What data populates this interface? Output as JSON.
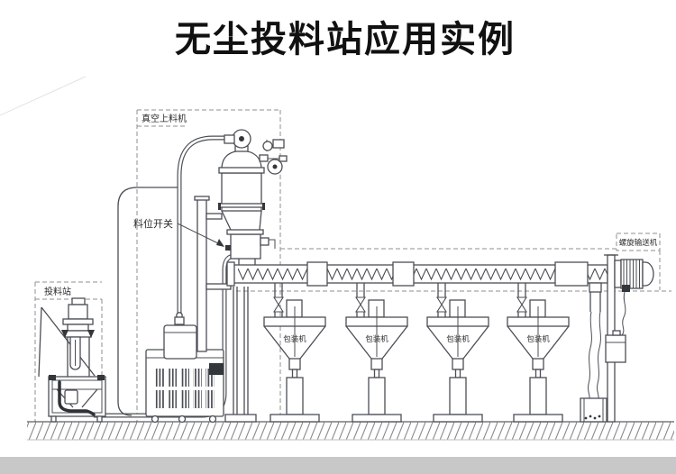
{
  "title": "无尘投料站应用实例",
  "annotations": {
    "vacuum_feeder": "真空上料机",
    "feeding_station": "投料站",
    "level_switch": "料位开关",
    "screw_conveyor": "螺旋输送机"
  },
  "hoppers": [
    {
      "label": "包装机"
    },
    {
      "label": "包装机"
    },
    {
      "label": "包装机"
    },
    {
      "label": "包装机"
    }
  ],
  "colors": {
    "line": "#4a4f55",
    "dashed_boundary": "#8f8f8f",
    "text": "#1b1b1b",
    "ground_hatch": "#8a8a8a",
    "bottom_bar": "#c8c8c8",
    "background": "#ffffff"
  }
}
